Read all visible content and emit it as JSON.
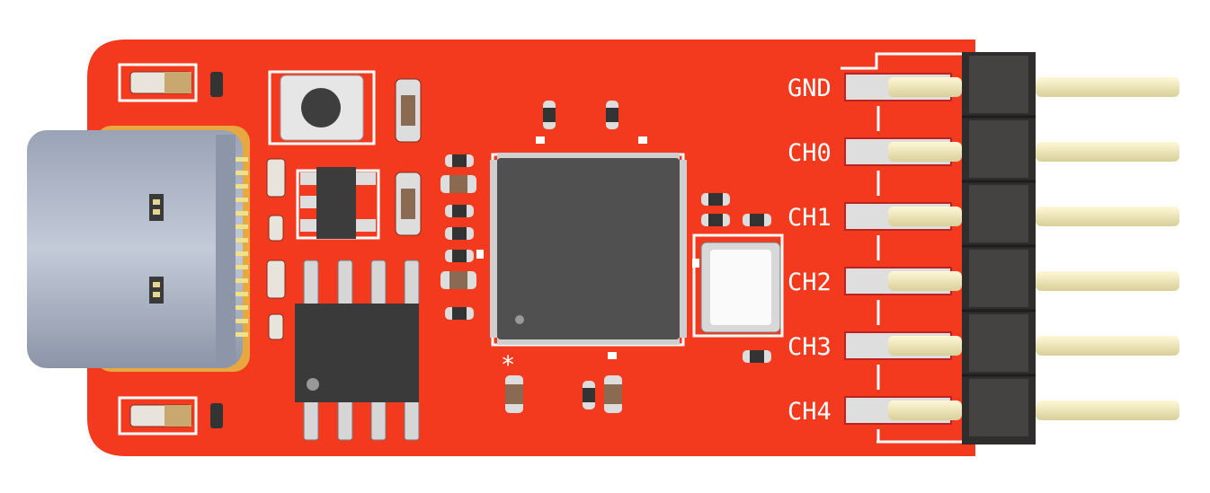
{
  "board": {
    "pin_labels": [
      "GND",
      "CH0",
      "CH1",
      "CH2",
      "CH3",
      "CH4"
    ],
    "pin1_marker": "*"
  },
  "colors": {
    "pcb": "#f43a1e",
    "silkscreen": "#ffffff",
    "pin_gold": "#f3ebbd",
    "header_body": "#3c3a3a",
    "ic_body": "#505050",
    "usb_shell": "#b3bccb"
  }
}
